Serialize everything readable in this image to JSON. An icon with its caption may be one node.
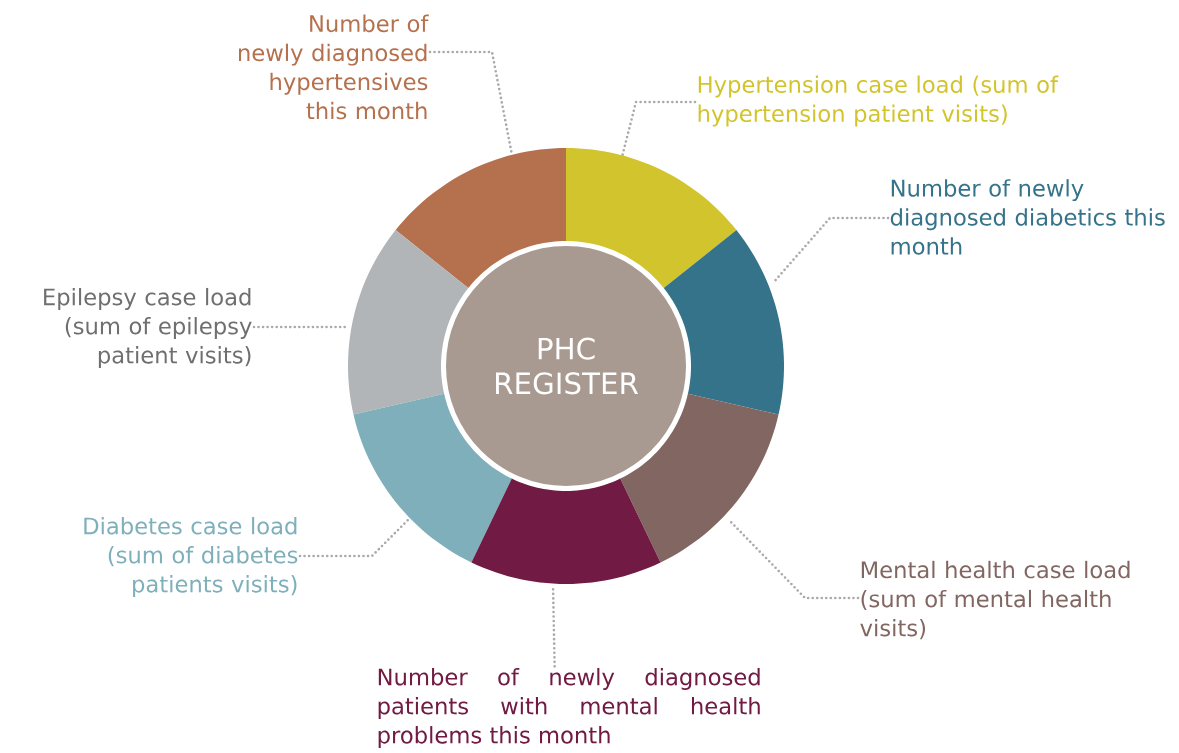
{
  "diagram": {
    "nodes": [
      {
        "text": [
          "Number of newly diagnosed hypertensives this month"
        ]
      },
      {
        "text": [
          "Hypertension case load (sum of hypertension patient visits)"
        ]
      },
      {
        "text": [
          "Number of newly diagnosed diabetics this month"
        ]
      },
      {
        "text": [
          "Epilepsy case load (sum of epilepsy patient visits)"
        ]
      },
      {
        "text": [
          "PHC REGISTER"
        ]
      },
      {
        "text": [
          "Diabetes case load (sum of diabetes patients visits)"
        ]
      },
      {
        "text": [
          "Mental health case load (sum of mental health visits)"
        ]
      },
      {
        "text": [
          "Number of newly diagnosed patients with mental health problems this month"
        ]
      },
      {
        "text": [],
        "shape": "segment"
      },
      {
        "text": [],
        "shape": "segment"
      },
      {
        "text": [],
        "shape": "segment"
      },
      {
        "text": [],
        "shape": "segment"
      },
      {
        "text": [],
        "shape": "segment"
      },
      {
        "text": [],
        "shape": "segment"
      },
      {
        "text": [],
        "shape": "segment"
      }
    ],
    "edges": [
      {
        "from": 0,
        "to": 8,
        "arrow": "none",
        "style": "dashed"
      },
      {
        "from": 1,
        "to": 9,
        "arrow": "none",
        "style": "dashed"
      },
      {
        "from": 2,
        "to": 11,
        "arrow": "none",
        "style": "dashed"
      },
      {
        "from": 3,
        "to": 10,
        "arrow": "none",
        "style": "dashed"
      },
      {
        "from": 5,
        "to": 12,
        "arrow": "none",
        "style": "dashed"
      },
      {
        "from": 6,
        "to": 13,
        "arrow": "none",
        "style": "dashed"
      },
      {
        "from": 7,
        "to": 14,
        "arrow": "none",
        "style": "dashed"
      }
    ]
  }
}
